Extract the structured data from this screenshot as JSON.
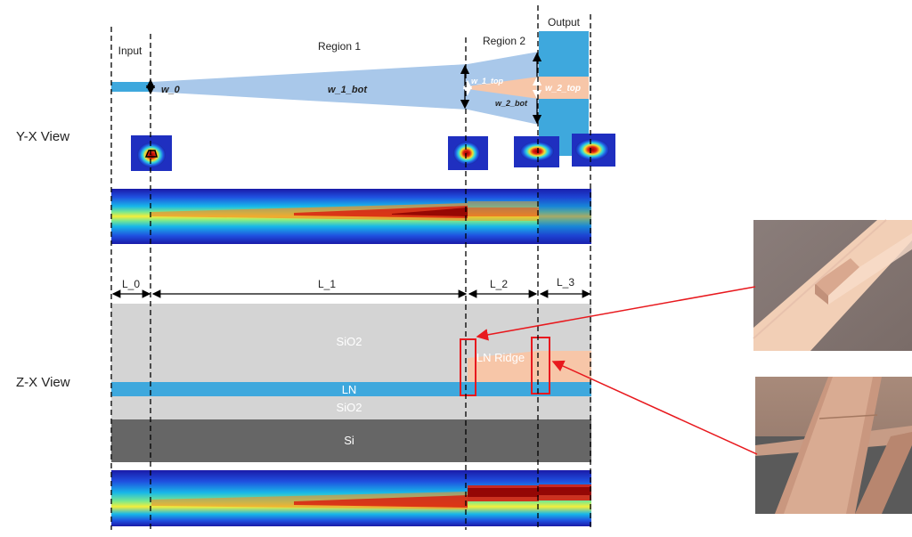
{
  "views": {
    "yx": "Y-X View",
    "zx": "Z-X View"
  },
  "regions": {
    "input": "Input",
    "region1": "Region 1",
    "region2": "Region 2",
    "output": "Output"
  },
  "widths": {
    "w0": "w_0",
    "w1_bot": "w_1_bot",
    "w1_top": "w_1_top",
    "w2_bot": "w_2_bot",
    "w2_top": "w_2_top"
  },
  "lengths": {
    "L0": "L_0",
    "L1": "L_1",
    "L2": "L_2",
    "L3": "L_3"
  },
  "layers": {
    "sio2_top": "SiO2",
    "ln_ridge": "LN Ridge",
    "ln": "LN",
    "sio2_bottom": "SiO2",
    "si": "Si"
  },
  "colors": {
    "waveguide_blue": "#3ea8dd",
    "taper_light_blue": "#a9c8ea",
    "ln_ridge_peach": "#f7c6a8",
    "sio2_gray": "#d4d4d4",
    "si_dark_gray": "#666666",
    "callout_red": "#e8191e"
  }
}
